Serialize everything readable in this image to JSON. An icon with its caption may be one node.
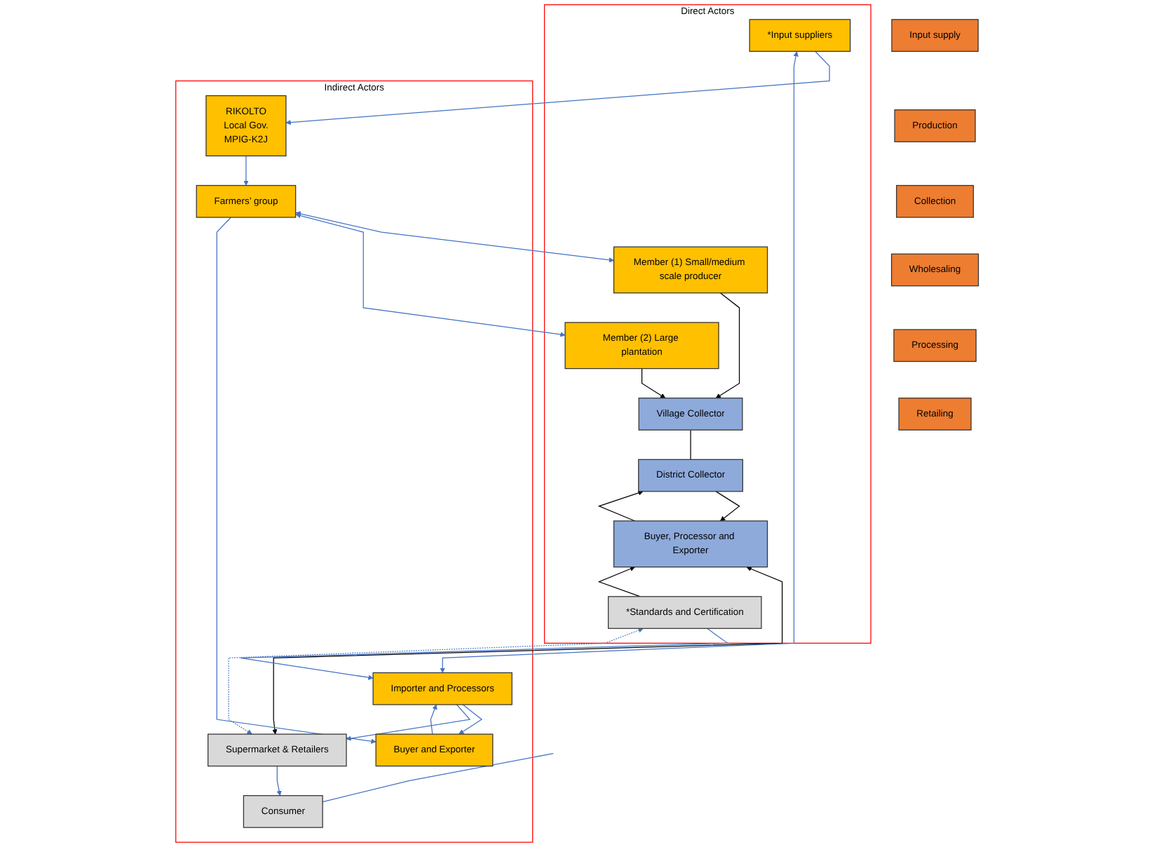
{
  "diagram": {
    "nodes": [
      {
        "text": [
          "Input supply"
        ]
      },
      {
        "text": [
          "Production"
        ]
      },
      {
        "text": [
          "Collection"
        ]
      },
      {
        "text": [
          "Wholesaling"
        ]
      },
      {
        "text": [
          "Processing"
        ]
      },
      {
        "text": [
          "Retailing"
        ]
      },
      {
        "text": [
          "Direct Actors"
        ]
      },
      {
        "text": [
          "*Input suppliers"
        ],
        "in": 6
      },
      {
        "text": [
          "Member (1) Small/medium scale producer"
        ],
        "in": 6
      },
      {
        "text": [
          "Village Collector"
        ],
        "in": 6
      },
      {
        "text": [
          "Member (2) Large plantation"
        ],
        "in": 6
      },
      {
        "text": [
          "District Collector"
        ],
        "in": 6
      },
      {
        "text": [
          "Buyer, Processor and Exporter"
        ],
        "in": 6
      },
      {
        "text": [
          "*Standards and Certification"
        ],
        "in": 6
      },
      {
        "text": [
          "Indirect Actors"
        ]
      },
      {
        "text": [
          "RIKOLTO",
          "Local Gov.",
          "MPIG-K2J"
        ],
        "in": 14
      },
      {
        "text": [
          "Farmers’ group"
        ],
        "in": 14
      },
      {
        "text": [
          "Buyer and Exporter"
        ],
        "in": 14
      },
      {
        "text": [
          "Importer and Processors"
        ],
        "in": 14
      },
      {
        "text": [
          "Supermarket & Retailers"
        ],
        "in": 14
      },
      {
        "text": [
          "Consumer"
        ],
        "in": 14
      }
    ],
    "edges": [
      {
        "from": 8,
        "to": 9,
        "arrow": "to",
        "color": "#000000"
      },
      {
        "from": 10,
        "to": 9,
        "arrow": "to",
        "color": "#000000"
      },
      {
        "from": 9,
        "to": 11,
        "arrow": "none",
        "color": "#000000"
      },
      {
        "from": 11,
        "to": 12,
        "arrow": "to",
        "color": "#000000"
      },
      {
        "from": 12,
        "to": 11,
        "arrow": "to",
        "color": "#000000"
      },
      {
        "from": 13,
        "to": 12,
        "arrow": "to",
        "color": "#000000"
      },
      {
        "from": 12,
        "to": 19,
        "arrow": "both",
        "color": "#000000"
      },
      {
        "from": 7,
        "to": 15,
        "arrow": "to"
      },
      {
        "from": 7,
        "to": 18,
        "arrow": "both"
      },
      {
        "from": 13,
        "to": 18,
        "arrow": "to"
      },
      {
        "from": 16,
        "to": 8,
        "arrow": "both"
      },
      {
        "from": 16,
        "to": 10,
        "arrow": "both"
      },
      {
        "from": 15,
        "to": 16,
        "arrow": "to"
      },
      {
        "from": 16,
        "to": 17,
        "arrow": "to"
      },
      {
        "from": 17,
        "to": 18,
        "arrow": "to"
      },
      {
        "from": 18,
        "to": 17,
        "arrow": "to"
      },
      {
        "from": 18,
        "to": 19,
        "arrow": "to"
      },
      {
        "from": 19,
        "to": 20,
        "arrow": "to"
      },
      {
        "from": 13,
        "to": 19,
        "arrow": "both",
        "style": "dashed"
      },
      {
        "from": null,
        "to": 20,
        "arrow": "none"
      }
    ]
  }
}
